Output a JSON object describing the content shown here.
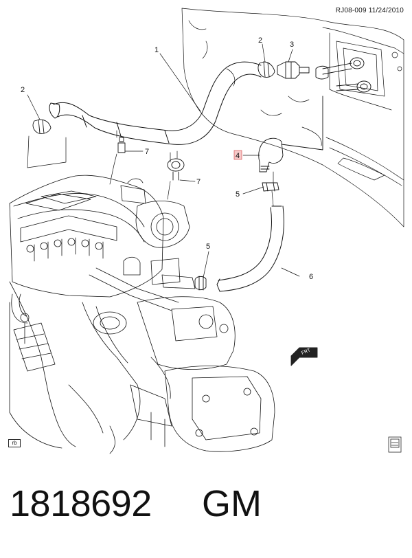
{
  "header": {
    "ref": "RJ08-009  11/24/2010"
  },
  "callouts": [
    {
      "id": "c1",
      "label": "1"
    },
    {
      "id": "c2a",
      "label": "2"
    },
    {
      "id": "c2b",
      "label": "2"
    },
    {
      "id": "c3",
      "label": "3"
    },
    {
      "id": "c4",
      "label": "4",
      "highlighted": true
    },
    {
      "id": "c5a",
      "label": "5"
    },
    {
      "id": "c5b",
      "label": "5"
    },
    {
      "id": "c6",
      "label": "6"
    },
    {
      "id": "c7a",
      "label": "7"
    },
    {
      "id": "c7b",
      "label": "7"
    }
  ],
  "frt_label": "FRT",
  "rb_label": "rb",
  "part_number": "1818692",
  "brand": "GM",
  "colors": {
    "line": "#111111",
    "highlight": "#f6c9c9"
  }
}
